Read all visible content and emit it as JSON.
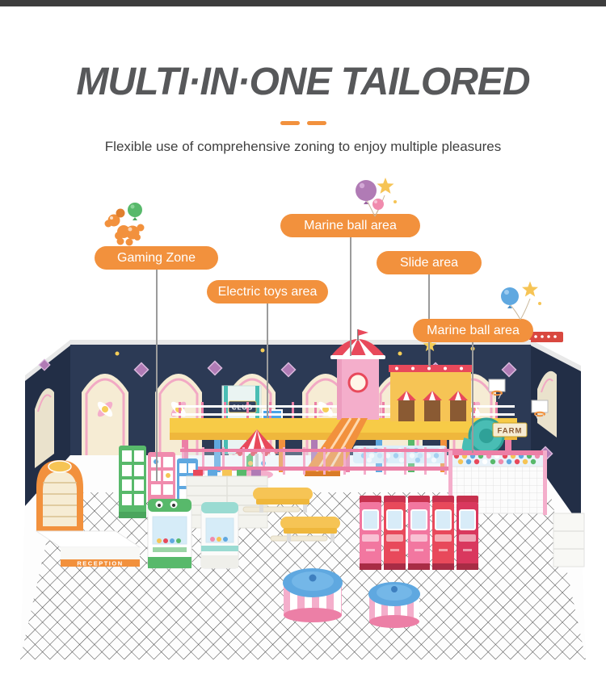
{
  "header": {
    "title": "MULTI·IN·ONE TAILORED",
    "subtitle": "Flexible use of comprehensive zoning to enjoy multiple pleasures"
  },
  "annotations": [
    {
      "text": "Marine ball area"
    },
    {
      "text": "Gaming Zone"
    },
    {
      "text": "Electric toys area"
    },
    {
      "text": "Slide area"
    },
    {
      "text": "Marine ball area"
    }
  ],
  "illustration": {
    "signs": {
      "reception": "RECEPTION",
      "farm": "FARM",
      "club": "CLUB"
    }
  },
  "icons": {
    "balloon_dog": "balloon-dog-icon",
    "balloons_purple_star": "balloons-icon",
    "balloons_blue_star": "balloons-icon"
  },
  "colors": {
    "top_bar": "#3D3D3D",
    "title_text": "#57585A",
    "accent_orange": "#F2913D",
    "leader_line": "#9B9B9B",
    "wall_navy": "#2C3A55"
  }
}
